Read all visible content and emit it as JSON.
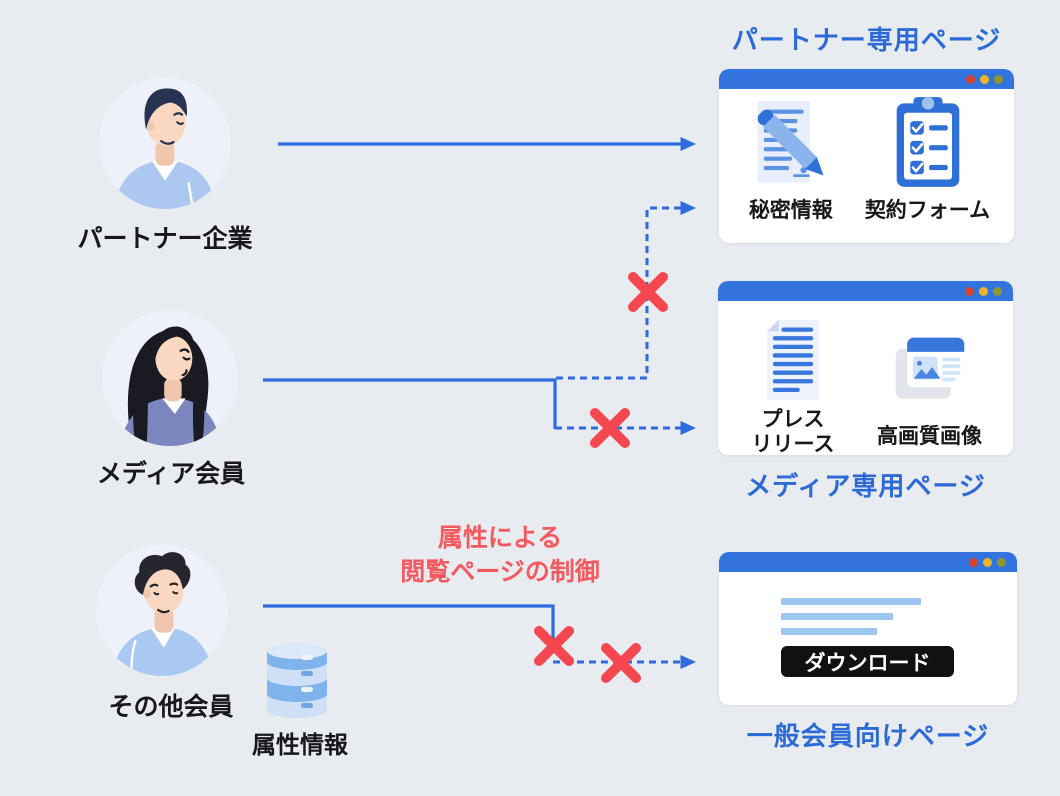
{
  "background": "#e8ebf0",
  "palette": {
    "line_blue": "#2e6be0",
    "title_blue": "#2c6ad7",
    "window_bar_blue": "#3273dd",
    "alert_red": "#f4474f",
    "note_red": "#f4595f",
    "text_black": "#17181c",
    "traffic_dot_red": "#d9442f",
    "traffic_dot_yellow": "#f0b429",
    "traffic_dot_olive": "#8e9732",
    "content_bar_blue": "#9cc6f0",
    "button_black": "#111111"
  },
  "actors": [
    {
      "label": "パートナー企業",
      "icon": "businessman-avatar"
    },
    {
      "label": "メディア会員",
      "icon": "businesswoman-avatar"
    },
    {
      "label": "その他会員",
      "icon": "young-man-avatar"
    }
  ],
  "attribute_db": {
    "label": "属性情報",
    "icon": "database-icon"
  },
  "control_note": {
    "line1": "属性による",
    "line2": "閲覧ページの制御"
  },
  "pages": [
    {
      "title": "パートナー専用ページ",
      "items": [
        {
          "icon": "document-pencil-icon",
          "label": "秘密情報"
        },
        {
          "icon": "contract-checklist-icon",
          "label": "契約フォーム"
        }
      ]
    },
    {
      "title": "メディア専用ページ",
      "items": [
        {
          "icon": "press-release-icon",
          "label": "プレス\nリリース"
        },
        {
          "icon": "hd-image-icon",
          "label": "高画質画像"
        }
      ]
    },
    {
      "title": "一般会員向けページ",
      "items": [],
      "button_label": "ダウンロード"
    }
  ],
  "connections": [
    {
      "from": "パートナー企業",
      "to": "パートナー専用ページ",
      "style": "solid",
      "blocked": false
    },
    {
      "from": "メディア会員",
      "to": "パートナー専用ページ",
      "style": "dashed",
      "blocked": true,
      "x_count": 1
    },
    {
      "from": "メディア会員",
      "to": "メディア専用ページ",
      "style": "dashed",
      "blocked": true,
      "x_count": 1
    },
    {
      "from": "その他会員",
      "to": "一般会員向けページ",
      "style": "dashed",
      "blocked": true,
      "x_count": 2
    }
  ]
}
